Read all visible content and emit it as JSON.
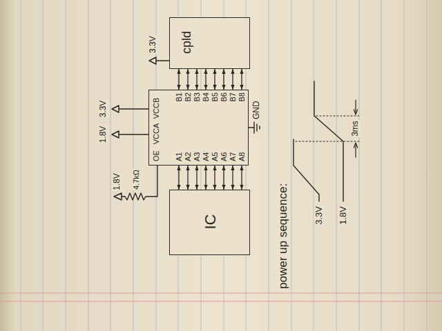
{
  "diagram": {
    "nodes": [
      {
        "text": [
          "IC"
        ]
      },
      {
        "text": [
          "OE",
          "VCCA",
          "VCCB",
          "A1",
          "A2",
          "A3",
          "A4",
          "A5",
          "A6",
          "A7",
          "A8",
          "B1",
          "B2",
          "B3",
          "B4",
          "B5",
          "B6",
          "B7",
          "B8"
        ]
      },
      {
        "text": [
          "cpld"
        ]
      }
    ],
    "edges": [
      {
        "from": 0,
        "to": 1,
        "arrow": "both"
      },
      {
        "from": 0,
        "to": 1,
        "arrow": "both"
      },
      {
        "from": 0,
        "to": 1,
        "arrow": "both"
      },
      {
        "from": 0,
        "to": 1,
        "arrow": "both"
      },
      {
        "from": 0,
        "to": 1,
        "arrow": "both"
      },
      {
        "from": 0,
        "to": 1,
        "arrow": "both"
      },
      {
        "from": 0,
        "to": 1,
        "arrow": "both"
      },
      {
        "from": 0,
        "to": 1,
        "arrow": "both"
      },
      {
        "from": 1,
        "to": 2,
        "arrow": "both"
      },
      {
        "from": 1,
        "to": 2,
        "arrow": "both"
      },
      {
        "from": 1,
        "to": 2,
        "arrow": "both"
      },
      {
        "from": 1,
        "to": 2,
        "arrow": "both"
      },
      {
        "from": 1,
        "to": 2,
        "arrow": "both"
      },
      {
        "from": 1,
        "to": 2,
        "arrow": "both"
      },
      {
        "from": 1,
        "to": 2,
        "arrow": "both"
      },
      {
        "from": 1,
        "to": 2,
        "arrow": "both"
      }
    ],
    "labels": [
      "1.8V",
      "3.3V",
      "1.8V",
      "4.7kΩ",
      "GND",
      "3.3V",
      "power up sequence:",
      "3.3V",
      "1.8V",
      "3ms"
    ]
  }
}
